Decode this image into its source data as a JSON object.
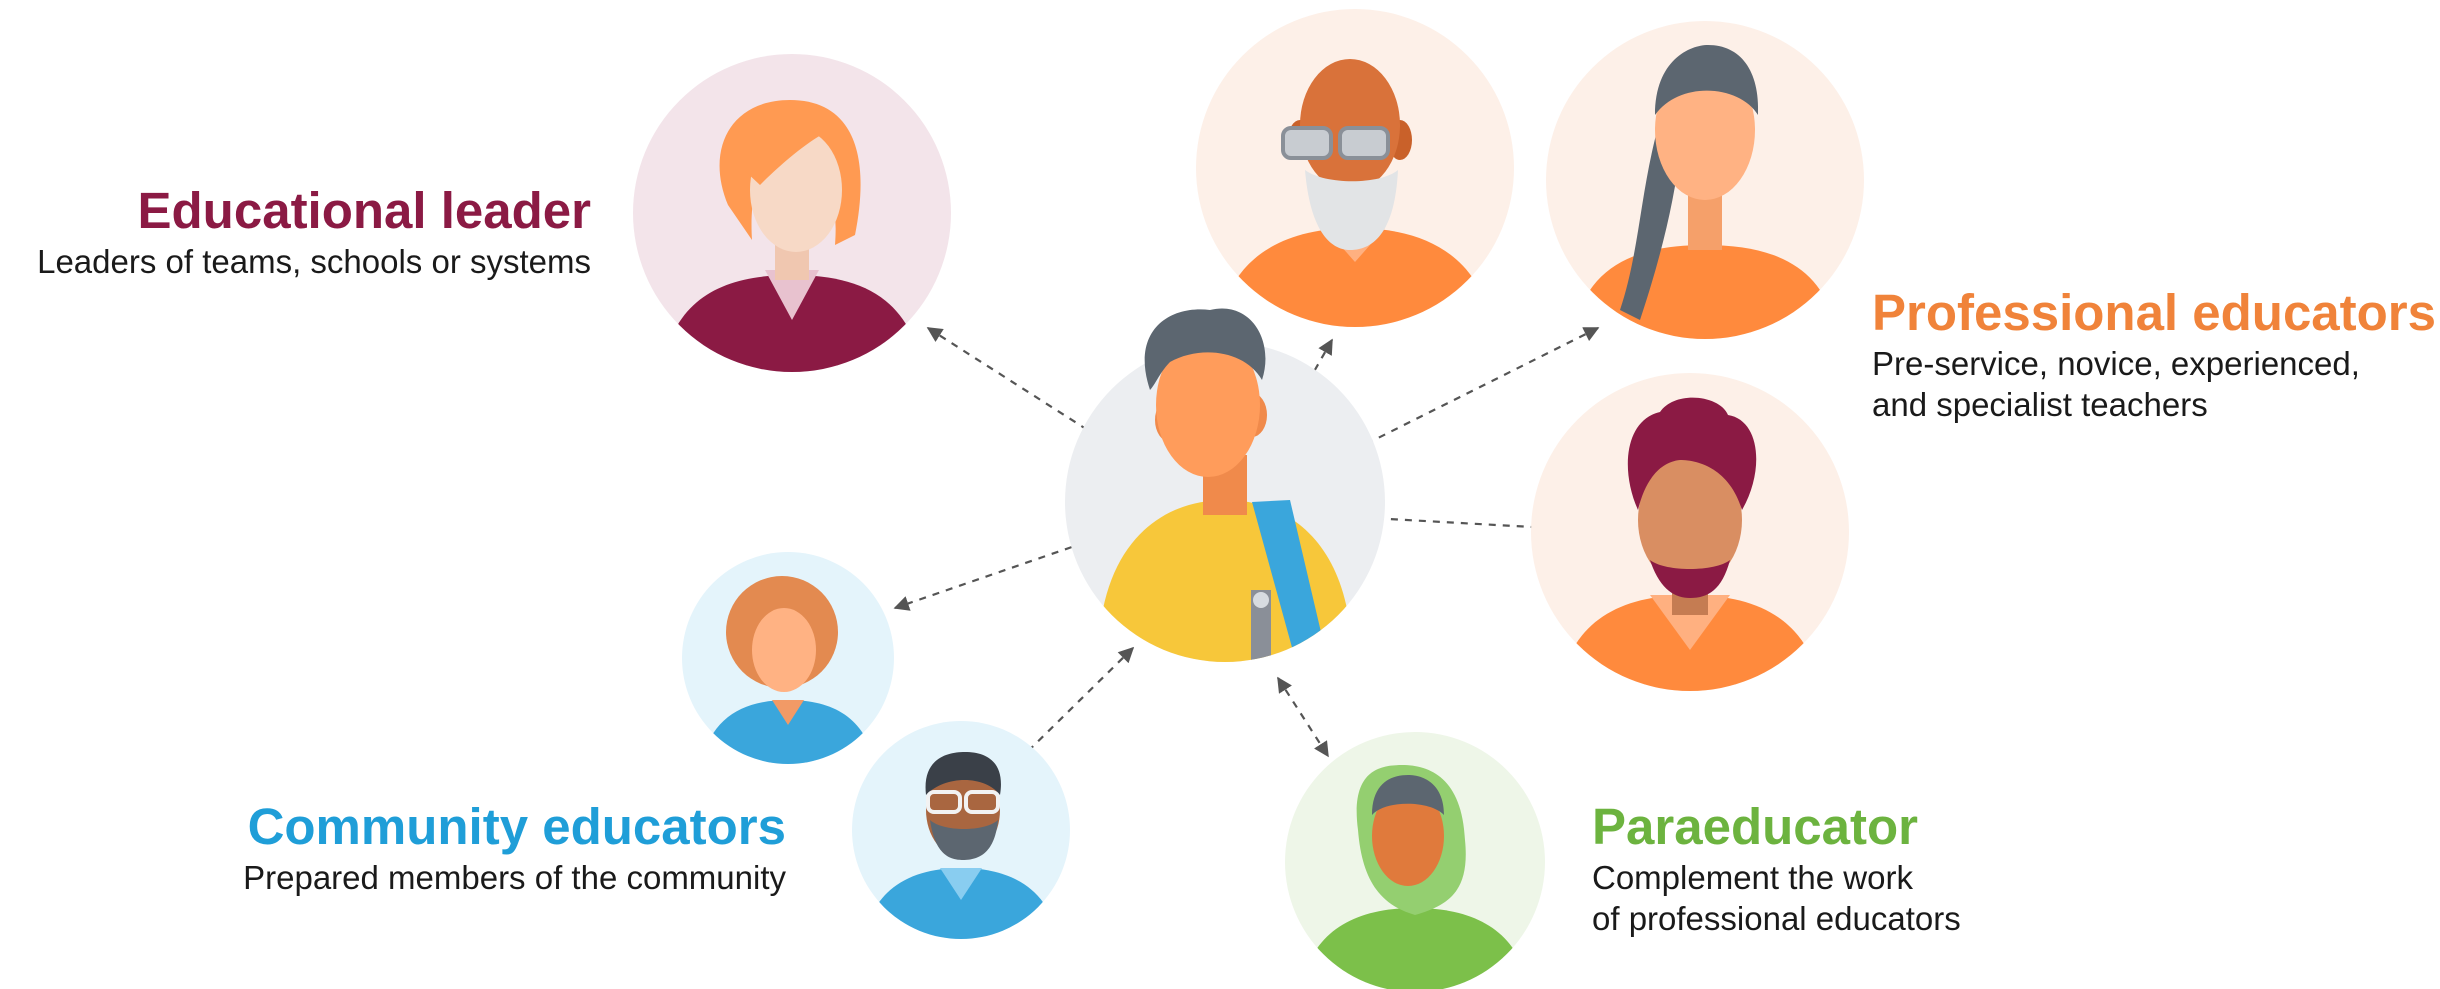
{
  "colors": {
    "leader": "#8b1a44",
    "professional": "#f0833a",
    "community": "#1f9ed8",
    "para": "#6cb33f",
    "arrow": "#555555"
  },
  "groups": {
    "leader": {
      "title": "Educational leader",
      "lines": [
        "Leaders of teams, schools or systems"
      ]
    },
    "professional": {
      "title": "Professional educators",
      "lines": [
        "Pre-service, novice, experienced,",
        "and specialist teachers"
      ]
    },
    "community": {
      "title": "Community educators",
      "lines": [
        "Prepared members of the community"
      ]
    },
    "para": {
      "title": "Paraeducator",
      "lines": [
        "Complement the work",
        "of professional educators"
      ]
    }
  },
  "icons": {
    "center": "student-with-backpack-icon",
    "leader": "woman-leader-avatar-icon",
    "professional_1": "bald-bearded-man-glasses-avatar-icon",
    "professional_2": "woman-ponytail-avatar-icon",
    "professional_3": "curly-hair-bearded-man-avatar-icon",
    "community_1": "curly-hair-woman-avatar-icon",
    "community_2": "man-glasses-beard-avatar-icon",
    "para": "woman-headscarf-avatar-icon"
  }
}
